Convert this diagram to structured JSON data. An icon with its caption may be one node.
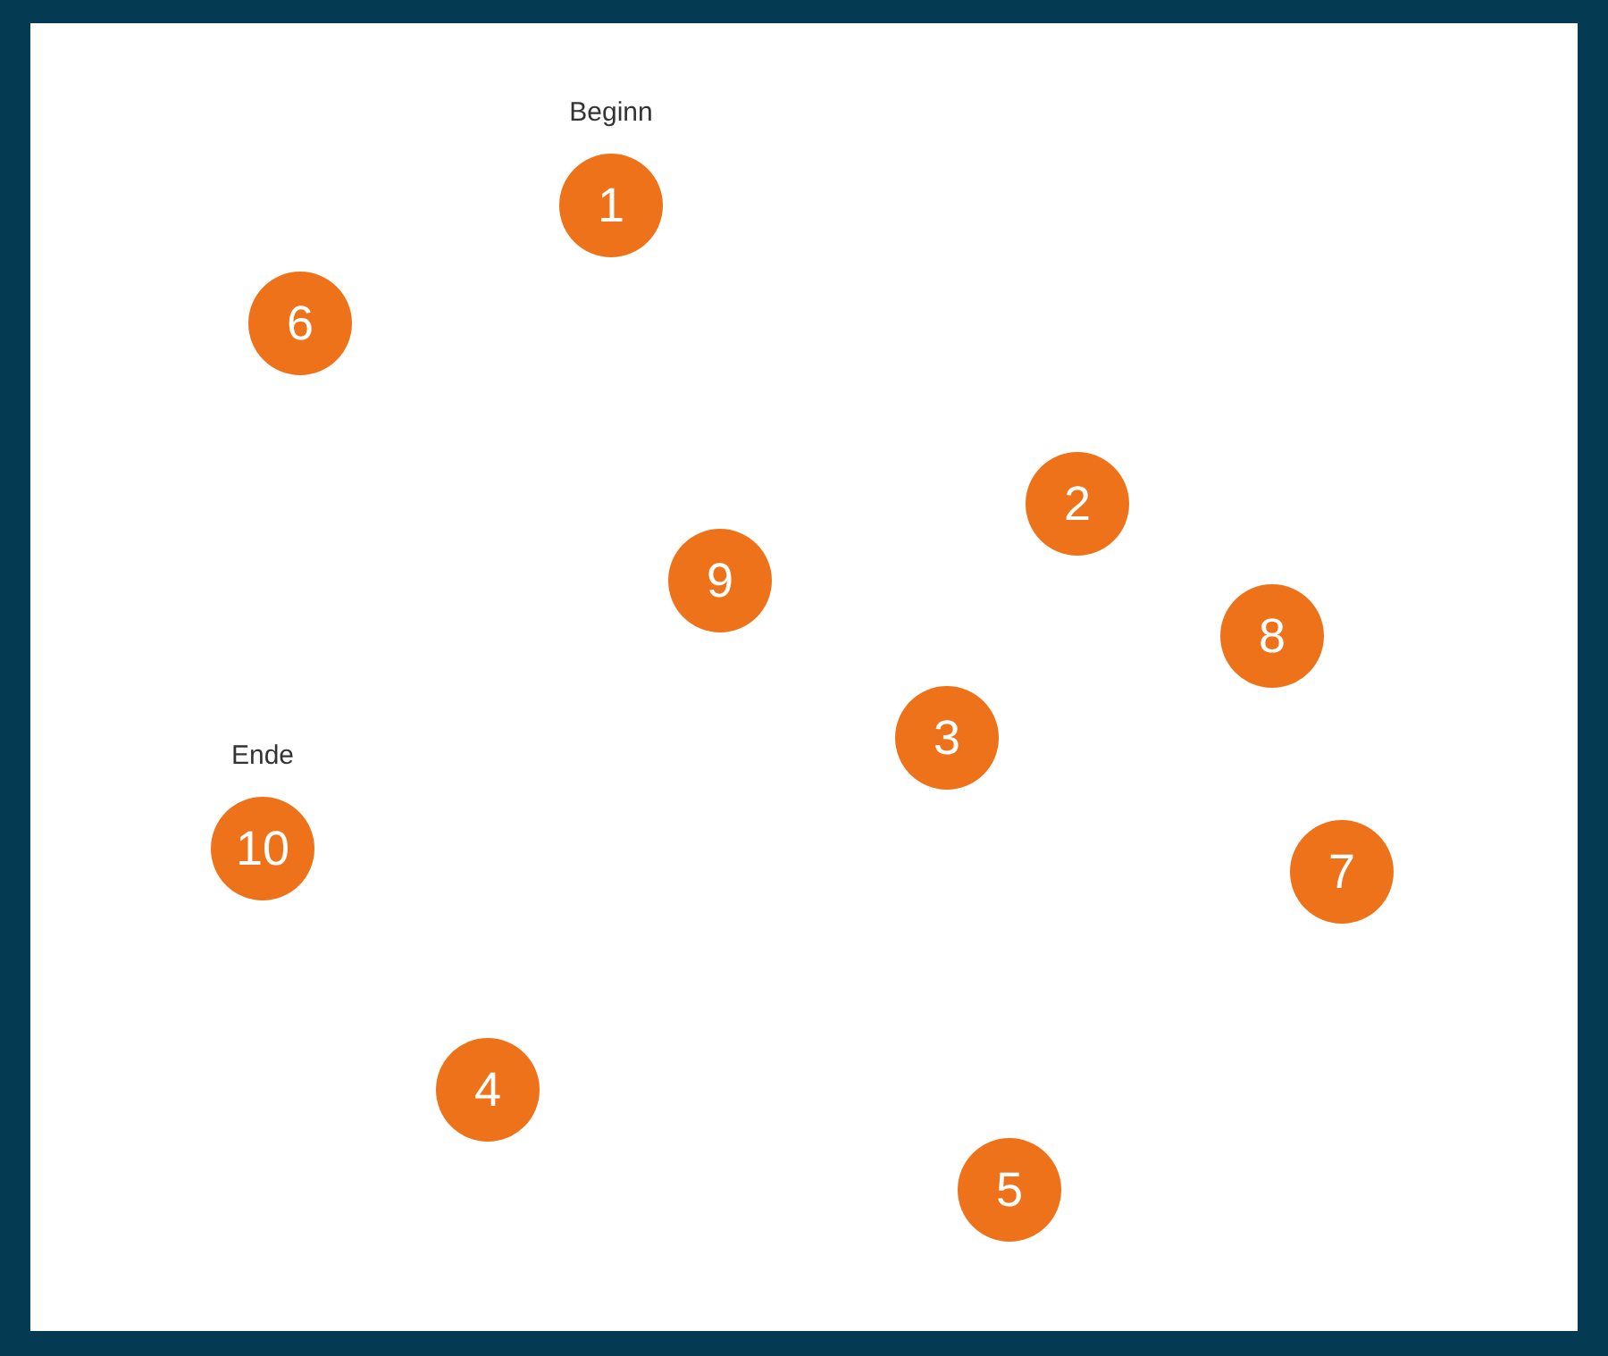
{
  "diagram": {
    "nodes": [
      {
        "text": [
          "1"
        ],
        "beside": [
          "Beginn"
        ]
      },
      {
        "text": [
          "6"
        ]
      },
      {
        "text": [
          "2"
        ]
      },
      {
        "text": [
          "9"
        ]
      },
      {
        "text": [
          "8"
        ]
      },
      {
        "text": [
          "3"
        ]
      },
      {
        "text": [
          "10"
        ],
        "beside": [
          "Ende"
        ]
      },
      {
        "text": [
          "7"
        ]
      },
      {
        "text": [
          "4"
        ]
      },
      {
        "text": [
          "5"
        ]
      }
    ]
  }
}
